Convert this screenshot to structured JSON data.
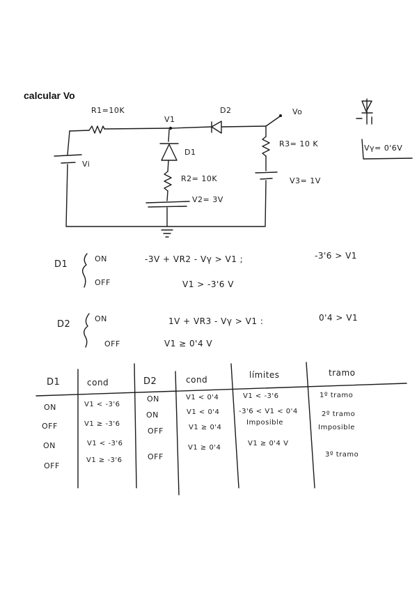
{
  "title": "calcular Vo",
  "circuit": {
    "r1": "R1=10K",
    "v1_node": "V1",
    "vi": "Vi",
    "d1": "D1",
    "r2": "R2= 10K",
    "v2": "V2= 3V",
    "d2": "D2",
    "vo": "Vo",
    "r3": "R3= 10 K",
    "v3": "V3= 1V",
    "vgamma": "Vγ= 0'6V"
  },
  "analysis": {
    "d1_label": "D1",
    "d1_on": "ON",
    "d1_on_eq": "-3V + VR2 - Vγ > V1 ;",
    "d1_on_res": "-3'6 > V1",
    "d1_off": "OFF",
    "d1_off_eq": "V1 > -3'6 V",
    "d2_label": "D2",
    "d2_on": "ON",
    "d2_on_eq": "1V + VR3 - Vγ > V1 :",
    "d2_on_res": "0'4 > V1",
    "d2_off": "OFF",
    "d2_off_eq": "V1 ≥ 0'4 V"
  },
  "table": {
    "headers": [
      "D1",
      "cond",
      "D2",
      "cond",
      "límites",
      "tramo"
    ],
    "rows": [
      [
        "ON",
        "V1 < -3'6",
        "ON",
        "V1 < 0'4",
        "V1 < -3'6",
        "1º tramo"
      ],
      [
        "OFF",
        "V1 ≥ -3'6",
        "ON",
        "V1 < 0'4",
        "-3'6 < V1 < 0'4",
        "2º tramo"
      ],
      [
        "ON",
        "V1 < -3'6",
        "OFF",
        "V1 ≥ 0'4",
        "Imposible",
        "Imposible"
      ],
      [
        "OFF",
        "V1 ≥ -3'6",
        "OFF",
        "V1 ≥ 0'4",
        "V1 ≥ 0'4 V",
        "3º tramo"
      ]
    ]
  }
}
